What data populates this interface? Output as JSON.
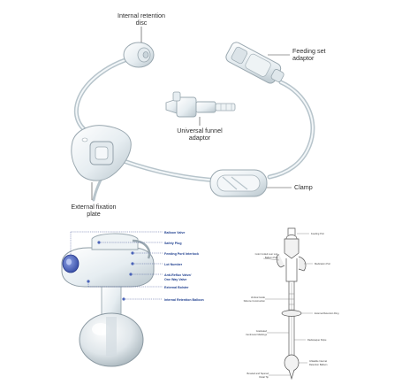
{
  "top_diagram": {
    "labels": {
      "internal_disc_line1": "Internal retention",
      "internal_disc_line2": "disc",
      "feeding_adaptor_line1": "Feeding set",
      "feeding_adaptor_line2": "adaptor",
      "funnel_line1": "Universal funnel",
      "funnel_line2": "adaptor",
      "clamp": "Clamp",
      "fixation_line1": "External fixation",
      "fixation_line2": "plate"
    }
  },
  "balloon_diagram": {
    "labels": {
      "balloon_valve": "Balloon Valve",
      "safety_plug": "Safety Plug",
      "feeding_port_interlock": "Feeding Port/ Interlock",
      "lot_number": "Lot Number",
      "anti_reflux_line1": "Anti-Reflux Valve/",
      "anti_reflux_line2": "One Way Valve",
      "external_bolster": "External Bolster",
      "internal_retention_balloon": "Internal Retention Balloon"
    }
  },
  "schematic": {
    "labels": {
      "feeding_port": "Feeding Port",
      "color_coded_line1": "Color Coded Luer Lok",
      "color_coded_line2": "Balloon Port",
      "medication_port": "Medication Port",
      "vertical_guide_line1": "Vertical Guide",
      "vertical_guide_line2": "Silicone Construction",
      "external_retention_ring": "External Retention Ring",
      "graduated_line1": "Graduated",
      "graduated_line2": "Centimeter Markings",
      "radiopaque_stripe": "Radiopaque Stripe",
      "inflatable_line1": "Inflatable Internal",
      "inflatable_line2": "Retention Balloon",
      "beveled_line1": "Beveled and Tapered",
      "beveled_line2": "Distal Tip"
    }
  },
  "colors": {
    "tube": "#c4d0d6",
    "device": "#e9eff2",
    "device_stroke": "#9aa8b0",
    "label_blue": "#1f3f8f",
    "valve_blue": "#4a63b8"
  }
}
